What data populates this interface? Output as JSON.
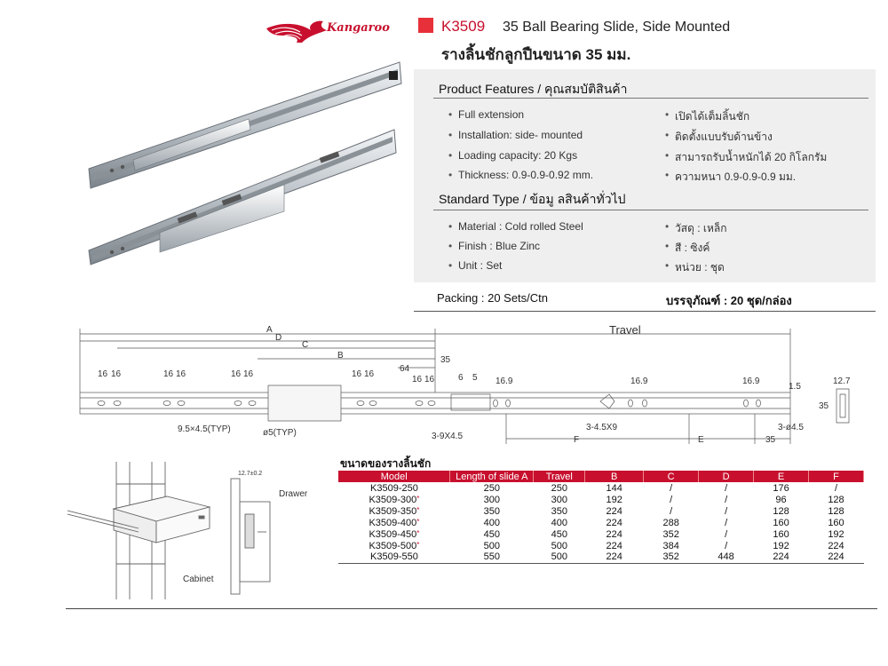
{
  "header": {
    "brand": "Kangaroo",
    "model_code": "K3509",
    "model_title": "35 Ball Bearing Slide, Side Mounted",
    "model_title_th": "รางลิ้นชักลูกปืนขนาด 35 มม.",
    "accent_color": "#c8102e"
  },
  "features": {
    "title": "Product Features /  คุณสมบัติสินค้า",
    "en": [
      "Full extension",
      "Installation: side- mounted",
      "Loading capacity: 20 Kgs",
      "Thickness: 0.9-0.9-0.92  mm."
    ],
    "th": [
      "เปิดได้เต็มลิ้นชัก",
      "ติดตั้งแบบรับด้านข้าง",
      "สามารถรับน้ำหนักได้ 20 กิโลกรัม",
      "ความหนา  0.9-0.9-0.9  มม."
    ]
  },
  "standard": {
    "title": "Standard Type / ข้อมู ลสินค้าทั่วไป",
    "en": [
      "Material : Cold rolled Steel",
      "Finish : Blue Zinc",
      "Unit : Set"
    ],
    "th": [
      "วัสดุ : เหล็ก",
      "สี : ซิงค์",
      "หน่วย : ชุด"
    ]
  },
  "packing": {
    "en": "Packing : 20 Sets/Ctn",
    "th": "บรรจุภัณฑ์ : 20 ชุด/กล่อง"
  },
  "drawing": {
    "travel": "Travel",
    "A": "A",
    "B": "B",
    "C": "C",
    "D": "D",
    "E": "E",
    "F": "F",
    "d16": "16",
    "d64": "64",
    "d35": "35",
    "d6": "6",
    "d5": "5",
    "d16_9": "16.9",
    "d1_5": "1.5",
    "d12_7": "12.7",
    "slot": "9.5×4.5(TYP)",
    "hole": "ø5(TYP)",
    "slot2": "3-9X4.5",
    "slot3": "3-4.5X9",
    "slot4": "3-ø4.5"
  },
  "cabinet": {
    "drawer": "Drawer",
    "cabinet": "Cabinet",
    "gap": "12.7±0.2"
  },
  "table": {
    "title": "ขนาดของรางลิ้นชัก",
    "headers": [
      "Model",
      "Length of slide A",
      "Travel",
      "B",
      "C",
      "D",
      "E",
      "F"
    ],
    "rows": [
      {
        "model": "K3509-250",
        "star": "",
        "a": "250",
        "travel": "250",
        "b": "144",
        "c": "/",
        "d": "/",
        "e": "176",
        "f": "/"
      },
      {
        "model": "K3509-300",
        "star": "*",
        "a": "300",
        "travel": "300",
        "b": "192",
        "c": "/",
        "d": "/",
        "e": "96",
        "f": "128"
      },
      {
        "model": "K3509-350",
        "star": "*",
        "a": "350",
        "travel": "350",
        "b": "224",
        "c": "/",
        "d": "/",
        "e": "128",
        "f": "128"
      },
      {
        "model": "K3509-400",
        "star": "*",
        "a": "400",
        "travel": "400",
        "b": "224",
        "c": "288",
        "d": "/",
        "e": "160",
        "f": "160"
      },
      {
        "model": "K3509-450",
        "star": "*",
        "a": "450",
        "travel": "450",
        "b": "224",
        "c": "352",
        "d": "/",
        "e": "160",
        "f": "192"
      },
      {
        "model": "K3509-500",
        "star": "*",
        "a": "500",
        "travel": "500",
        "b": "224",
        "c": "384",
        "d": "/",
        "e": "192",
        "f": "224"
      },
      {
        "model": "K3509-550",
        "star": "",
        "a": "550",
        "travel": "500",
        "b": "224",
        "c": "352",
        "d": "448",
        "e": "224",
        "f": "224"
      }
    ]
  }
}
